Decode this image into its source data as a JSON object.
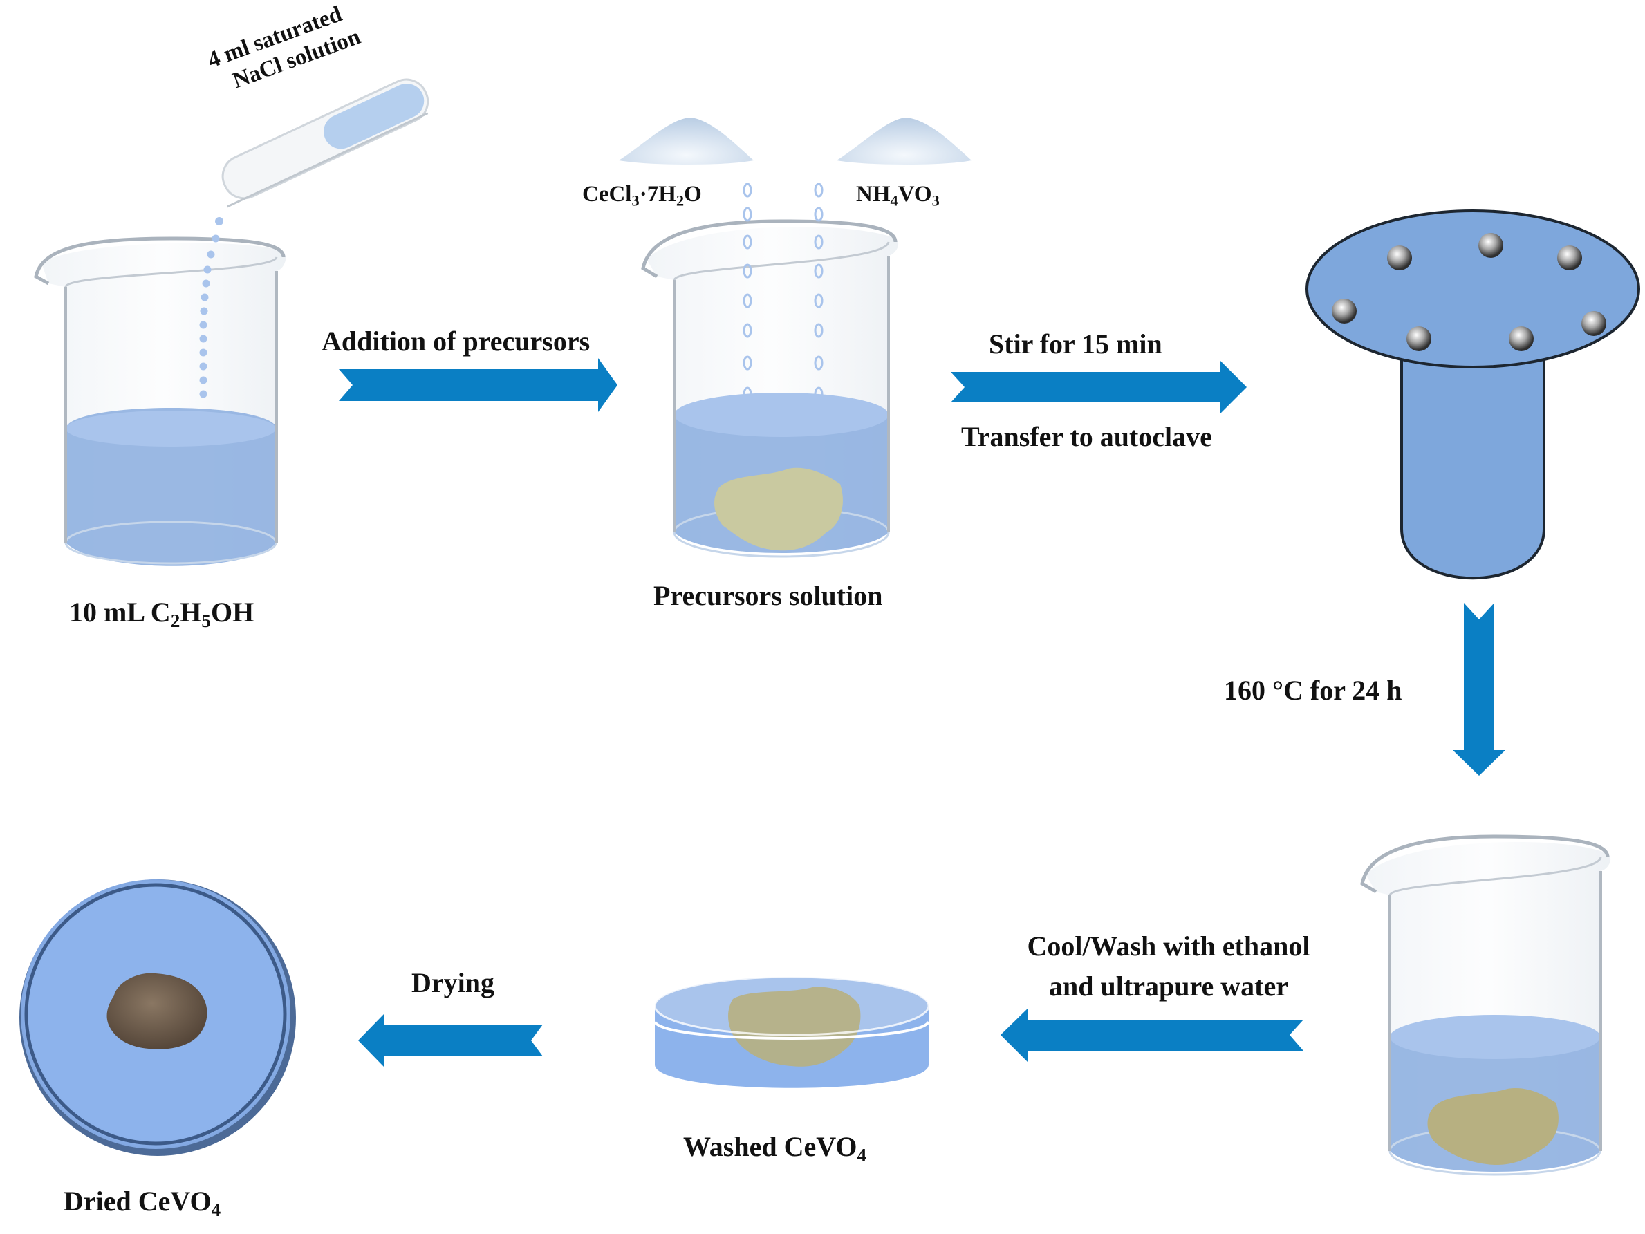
{
  "colors": {
    "liquid": "#8fb0e0",
    "liquid_top": "#a9c4ec",
    "arrow": "#0a7fc4",
    "precipitate": "#c9c9a0",
    "powder": "#6b5a49",
    "autoclave": "#7ea7dc",
    "dish": "#8db3ec"
  },
  "labels": {
    "nacl_line1": "4 ml saturated",
    "nacl_line2": "NaCl solution",
    "beaker1": {
      "a": "10 mL C",
      "s1": "2",
      "b": "H",
      "s2": "5",
      "c": "OH"
    },
    "step1": "Addition of precursors",
    "cecl3": {
      "a": "CeCl",
      "s1": "3",
      "b": "·7H",
      "s2": "2",
      "c": "O"
    },
    "nh4vo3": {
      "a": "NH",
      "s1": "4",
      "b": "VO",
      "s2": "3"
    },
    "beaker2": "Precursors solution",
    "step2_top": "Stir for 15 min",
    "step2_bottom": "Transfer to autoclave",
    "step3": "160 °C for 24 h",
    "step4_line1": "Cool/Wash with ethanol",
    "step4_line2": "and ultrapure water",
    "washed": {
      "a": "Washed CeVO",
      "s": "4"
    },
    "step5": "Drying",
    "dried": {
      "a": "Dried CeVO",
      "s": "4"
    }
  }
}
